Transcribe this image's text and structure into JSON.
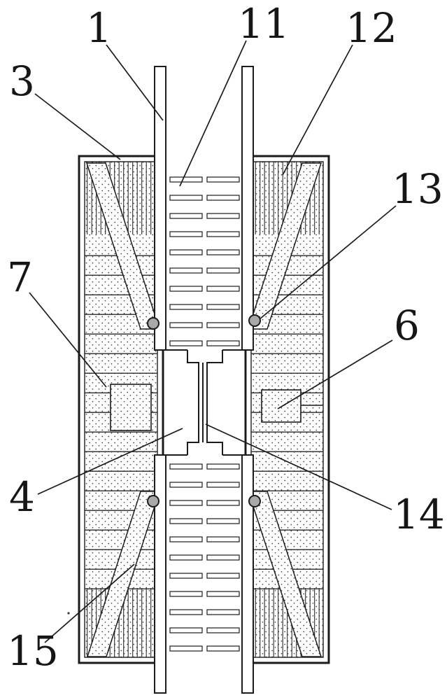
{
  "figure": {
    "background": "#ffffff",
    "line_color": "#1c1c1c",
    "labels": [
      {
        "text": "1"
      },
      {
        "text": "11"
      },
      {
        "text": "12"
      },
      {
        "text": "3"
      },
      {
        "text": "13"
      },
      {
        "text": "7"
      },
      {
        "text": "6"
      },
      {
        "text": "4"
      },
      {
        "text": "14"
      },
      {
        "text": "15"
      }
    ]
  }
}
